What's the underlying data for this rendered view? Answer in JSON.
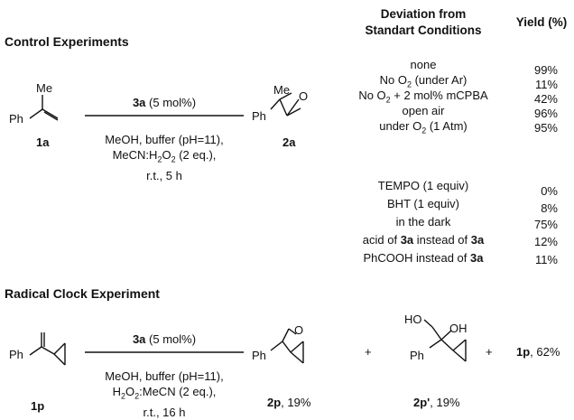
{
  "control": {
    "title": "Control Experiments",
    "header_deviation_line1": "Deviation from",
    "header_deviation_line2": "Standart Conditions",
    "header_yield": "Yield (%)",
    "reactant_label": "1a",
    "reactant_me": "Me",
    "reactant_ph": "Ph",
    "product_label": "2a",
    "product_me": "Me",
    "product_ph": "Ph",
    "product_o": "O",
    "catalyst_bold": "3a",
    "catalyst_rest": " (5 mol%)",
    "cond_line1": "MeOH, buffer (pH=11),",
    "cond_line2_a": "MeCN:H",
    "cond_line2_sub1": "2",
    "cond_line2_b": "O",
    "cond_line2_sub2": "2",
    "cond_line2_c": " (2 eq.),",
    "cond_line3": "r.t., 5 h",
    "rows": [
      {
        "deviation": "none",
        "yield": "99%"
      },
      {
        "deviation_a": "No O",
        "deviation_sub": "2",
        "deviation_b": " (under Ar)",
        "yield": "11%"
      },
      {
        "deviation_a": "No O",
        "deviation_sub": "2",
        "deviation_b": " + 2 mol% mCPBA",
        "yield": "42%"
      },
      {
        "deviation": "open air",
        "yield": "96%"
      },
      {
        "deviation_a": "under O",
        "deviation_sub": "2",
        "deviation_b": " (1 Atm)",
        "yield": "95%"
      }
    ],
    "rows2": [
      {
        "deviation": "TEMPO (1 equiv)",
        "yield": "0%"
      },
      {
        "deviation": "BHT (1 equiv)",
        "yield": "8%"
      },
      {
        "deviation": "in the dark",
        "yield": "75%"
      },
      {
        "deviation_a": "acid of ",
        "deviation_bold1": "3a",
        "deviation_b": " instead of ",
        "deviation_bold2": "3a",
        "yield": "12%"
      },
      {
        "deviation_a": "PhCOOH instead of ",
        "deviation_bold2": "3a",
        "yield": "11%"
      }
    ]
  },
  "clock": {
    "title": "Radical Clock Experiment",
    "reactant_label": "1p",
    "reactant_ph": "Ph",
    "catalyst_bold": "3a",
    "catalyst_rest": " (5 mol%)",
    "cond_line1": "MeOH, buffer (pH=11),",
    "cond_line2_a": "H",
    "cond_line2_sub1": "2",
    "cond_line2_b": "O",
    "cond_line2_sub2": "2",
    "cond_line2_c": ":MeCN (2 eq.),",
    "cond_line3": "r.t., 16 h",
    "product1_ph": "Ph",
    "product1_o": "O",
    "product1_label": "2p",
    "product1_yield": ", 19%",
    "plus": "+",
    "product2_ho": "HO",
    "product2_oh": "OH",
    "product2_ph": "Ph",
    "product2_label": "2p'",
    "product2_yield": ", 19%",
    "product3_label": "1p",
    "product3_yield": ", 62%"
  }
}
